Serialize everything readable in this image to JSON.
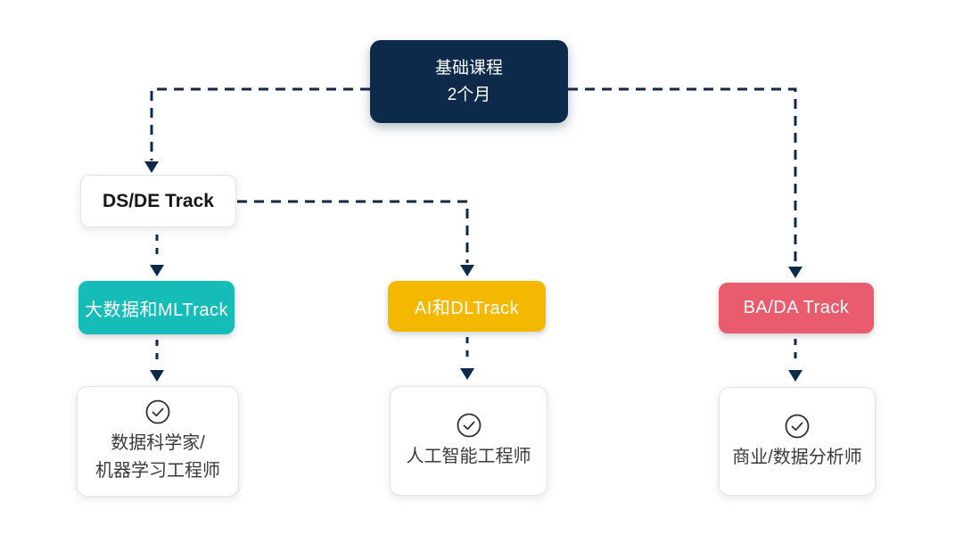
{
  "colors": {
    "navy": "#0E2A4A",
    "teal": "#16BCB8",
    "yellow": "#F5B800",
    "red": "#E85C6D",
    "connector": "#0E2A4A",
    "card_text": "#3A3A3A",
    "card_border": "#E3E3E3",
    "icon_stroke": "#2F2F2F"
  },
  "nodes": {
    "foundation": {
      "title": "基础课程",
      "duration": "2个月"
    },
    "ds_de_track": {
      "label": "DS/DE Track"
    },
    "bigdata_ml_track": {
      "label": "大数据和MLTrack"
    },
    "ai_dl_track": {
      "label": "AI和DLTrack"
    },
    "ba_da_track": {
      "label": "BA/DA Track"
    },
    "career_data_scientist": {
      "icon": "check-circle-icon",
      "line1": "数据科学家/",
      "line2": "机器学习工程师"
    },
    "career_ai_engineer": {
      "icon": "check-circle-icon",
      "label": "人工智能工程师"
    },
    "career_business_analyst": {
      "icon": "check-circle-icon",
      "label": "商业/数据分析师"
    }
  }
}
